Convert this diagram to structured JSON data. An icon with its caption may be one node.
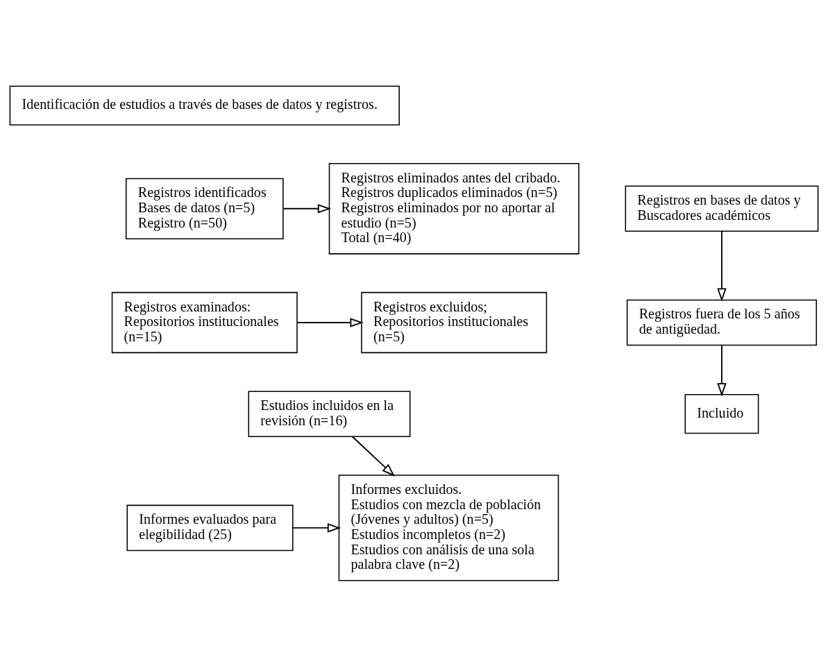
{
  "diagram": {
    "nodes": [
      {
        "text": [
          "Identificación de estudios a través de bases de datos y registros."
        ]
      },
      {
        "text": [
          "Registros en bases de datos y Buscadores académicos"
        ]
      },
      {
        "text": [
          "Registros identificados",
          "Bases de datos (n=5)",
          "Registro (n=50)"
        ]
      },
      {
        "text": [
          "Registros eliminados antes del cribado.",
          "Registros duplicados eliminados (n=5)",
          "Registros eliminados por no aportar al estudio (n=5)",
          "Total (n=40)"
        ]
      },
      {
        "text": [
          "Registros fuera de los 5 años de antigüedad."
        ]
      },
      {
        "text": [
          "Registros examinados:",
          "Repositorios institucionales (n=15)"
        ]
      },
      {
        "text": [
          "Registros excluidos;",
          "Repositorios institucionales (n=5)"
        ]
      },
      {
        "text": [
          "Informes evaluados para elegibilidad (25)"
        ]
      },
      {
        "text": [
          "Informes excluidos.",
          "Estudios con mezcla de población (Jóvenes y adultos) (n=5)",
          "Estudios incompletos (n=2)",
          "Estudios con análisis de una sola palabra clave (n=2)"
        ]
      },
      {
        "text": [
          "Incluido"
        ]
      },
      {
        "text": [
          "Estudios incluidos en la revisión (n=16)"
        ]
      }
    ],
    "edges": [
      {
        "from": 2,
        "to": 3,
        "arrow": "to"
      },
      {
        "from": 1,
        "to": 4,
        "arrow": "to"
      },
      {
        "from": 5,
        "to": 6,
        "arrow": "to"
      },
      {
        "from": 4,
        "to": 9,
        "arrow": "to"
      },
      {
        "from": 7,
        "to": 8,
        "arrow": "to"
      },
      {
        "from": 10,
        "to": 8,
        "arrow": "to"
      }
    ]
  }
}
